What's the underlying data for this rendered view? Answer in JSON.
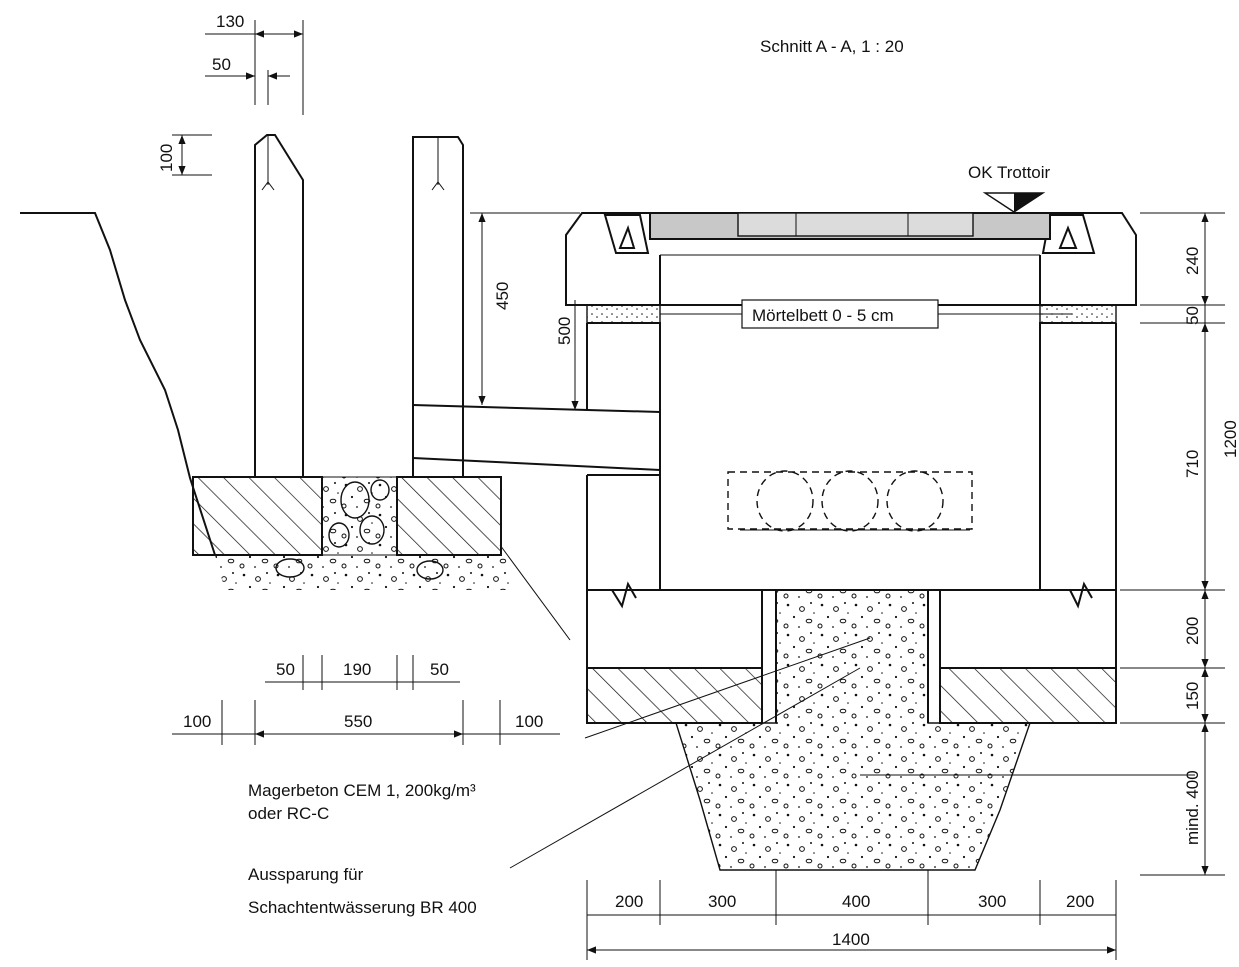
{
  "title": "Schnitt A - A,  1 : 20",
  "labels": {
    "ok_trottoir": "OK Trottoir",
    "moertelbett": "Mörtelbett 0 - 5 cm",
    "magerbeton_line1": "Magerbeton CEM 1, 200kg/m³",
    "magerbeton_line2": "oder RC-C",
    "aussparung_line1": "Aussparung für",
    "aussparung_line2": "Schachtentwässerung BR 400"
  },
  "dimensions": {
    "top_130": "130",
    "top_50": "50",
    "side_100": "100",
    "vert_450": "450",
    "vert_500": "500",
    "right_240": "240",
    "right_50": "50",
    "right_710": "710",
    "right_1200": "1200",
    "right_200": "200",
    "right_150": "150",
    "right_400": "mind. 400",
    "foot_50_left": "50",
    "foot_190": "190",
    "foot_50_right": "50",
    "foot_100_left": "100",
    "foot_550": "550",
    "foot_100_right": "100",
    "base_200_left": "200",
    "base_300_left": "300",
    "base_400": "400",
    "base_300_right": "300",
    "base_200_right": "200",
    "base_1400": "1400"
  },
  "colors": {
    "line": "#111111",
    "paving": "#c8c8c8",
    "gravel": "#ffffff"
  }
}
